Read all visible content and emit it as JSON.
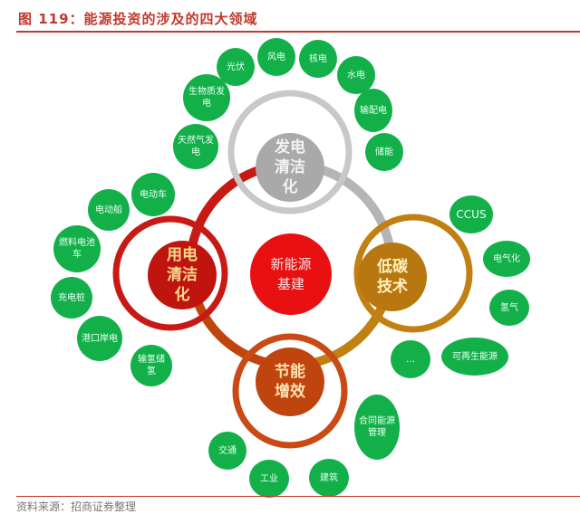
{
  "title": "图 119：能源投资的涉及的四大领域",
  "center": {
    "label": "新能源\n基建",
    "color": "#e81010"
  },
  "hubs": {
    "power_gen": {
      "label": "发电\n清洁\n化",
      "color": "#a9a9a9",
      "ring": "#c8c8c8"
    },
    "consumption": {
      "label": "用电\n清洁\n化",
      "color": "#c0140f",
      "ring": "#c81a14"
    },
    "low_carbon": {
      "label": "低碳\n技术",
      "color": "#b8770f",
      "ring": "#c27f12"
    },
    "efficiency": {
      "label": "节能\n增效",
      "color": "#c0440e",
      "ring": "#c94a14"
    }
  },
  "groups": {
    "power_gen": [
      "光伏",
      "风电",
      "核电",
      "水电",
      "输配电",
      "储能",
      "生物质发电",
      "天然气发电"
    ],
    "consumption": [
      "电动车",
      "电动船",
      "燃料电池车",
      "充电桩",
      "港口岸电",
      "输氢储氢"
    ],
    "low_carbon": [
      "CCUS",
      "电气化",
      "氢气",
      "可再生能源",
      "…"
    ],
    "efficiency": [
      "交通",
      "工业",
      "建筑",
      "合同能源管理"
    ]
  },
  "source": "资料来源：招商证券整理"
}
